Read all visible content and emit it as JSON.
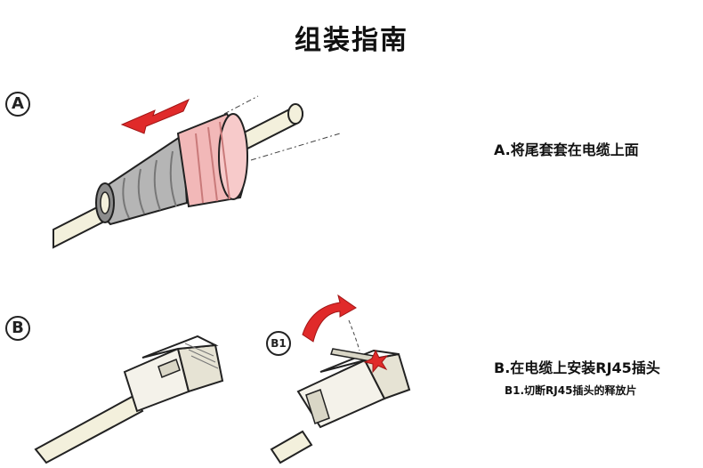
{
  "title": "组装指南",
  "steps": [
    {
      "badge": "A",
      "caption": "A.将尾套套在电缆上面"
    },
    {
      "badge": "B",
      "caption": "B.在电缆上安装RJ45插头"
    }
  ],
  "substep": {
    "badge": "B1",
    "caption": "B1.切断RJ45插头的释放片"
  },
  "colors": {
    "arrow_red": "#e02a2a",
    "boot_pink": "#f2b8b8",
    "boot_grey": "#a8a8a8",
    "cable": "#f3f0dc",
    "outline": "#222222"
  }
}
